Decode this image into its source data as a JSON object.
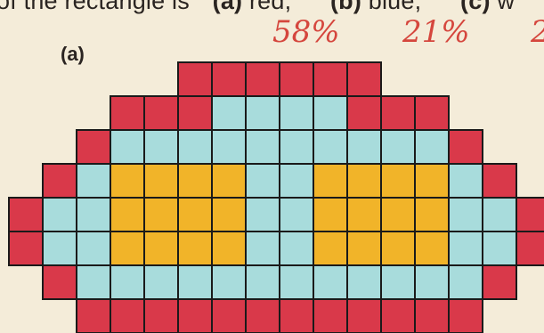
{
  "header": {
    "prefix": "of the rectangle is",
    "opt_a_letter": "(a)",
    "opt_a_word": "red,",
    "opt_b_letter": "(b)",
    "opt_b_word": "blue,",
    "opt_c_letter": "(c)",
    "opt_c_word": "w"
  },
  "annotations": {
    "red_percent": "58%",
    "blue_percent": "21%",
    "partial": "2"
  },
  "figure": {
    "label": "(a)",
    "colors": {
      "R": "#d9394a",
      "B": "#a8dcdc",
      "Y": "#f1b429",
      "line": "#1a1a1a"
    },
    "rows": [
      "?????RRRRRR?????",
      "???RRRBBBBRRR???",
      "??RBBBBBBBBBBR??",
      "?RBYYYYBBYYYYBR?",
      "RBBYYYYBBYYYYBBR",
      "RBBYYYYBBYYYYBBR",
      "?RBBBBBBBBBBBBR?",
      "??RRRRRRRRRRRR??"
    ]
  }
}
